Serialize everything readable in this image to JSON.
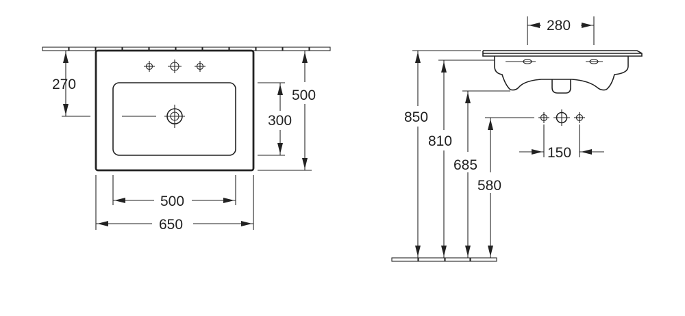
{
  "dimensions": {
    "top_offset": "270",
    "basin_depth": "300",
    "overall_depth": "500",
    "basin_width": "500",
    "overall_width": "650",
    "tap_spacing_side": "280",
    "height_850": "850",
    "height_810": "810",
    "height_685": "685",
    "height_580": "580",
    "tap_spacing_150": "150"
  }
}
